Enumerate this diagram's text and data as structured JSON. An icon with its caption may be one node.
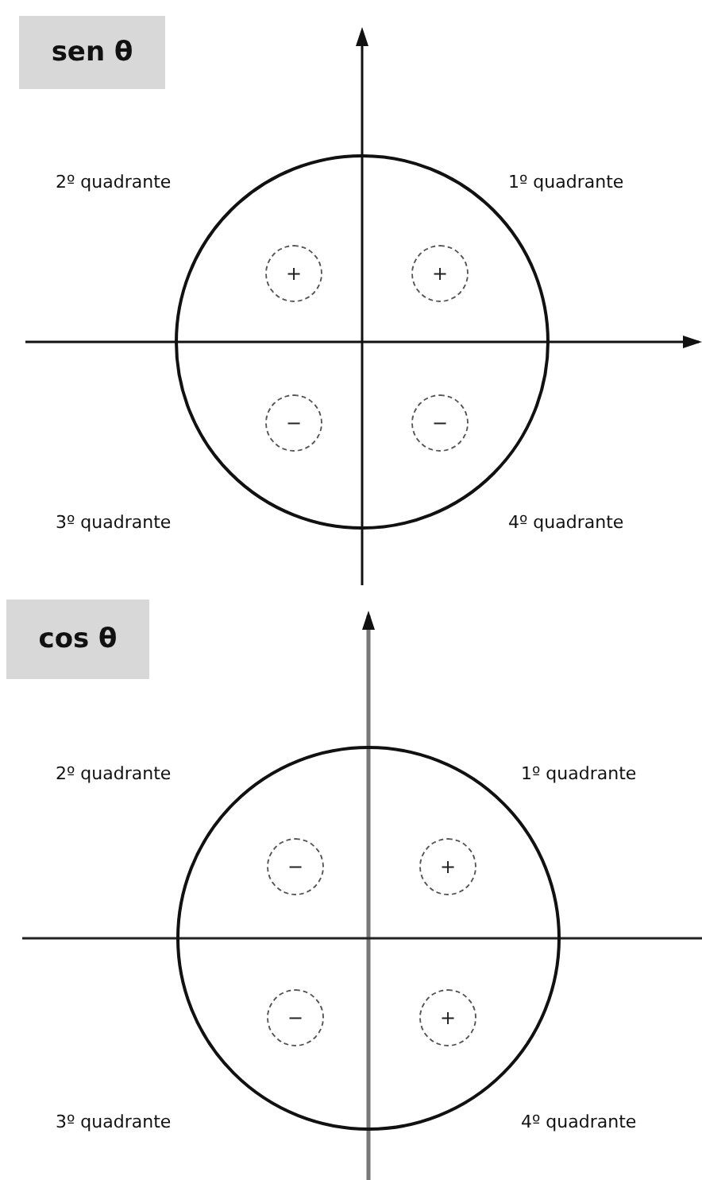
{
  "diagram": {
    "nodes": [
      {
        "text": [
          "sen θ"
        ]
      },
      {
        "text": [],
        "shape": "circle"
      },
      {
        "text": [
          "+"
        ],
        "in": 1
      },
      {
        "text": [
          "+"
        ],
        "in": 1
      },
      {
        "text": [
          "−"
        ],
        "in": 1
      },
      {
        "text": [
          "−"
        ],
        "in": 1
      },
      {
        "text": [
          "cos θ"
        ]
      },
      {
        "text": [],
        "shape": "circle"
      },
      {
        "text": [
          "−"
        ],
        "in": 7
      },
      {
        "text": [
          "+"
        ],
        "in": 7
      },
      {
        "text": [
          "−"
        ],
        "in": 7
      },
      {
        "text": [
          "+"
        ],
        "in": 7
      }
    ],
    "labels": [
      "2º quadrante",
      "1º quadrante",
      "3º quadrante",
      "4º quadrante",
      "2º quadrante",
      "1º quadrante",
      "3º quadrante",
      "4º quadrante"
    ]
  }
}
